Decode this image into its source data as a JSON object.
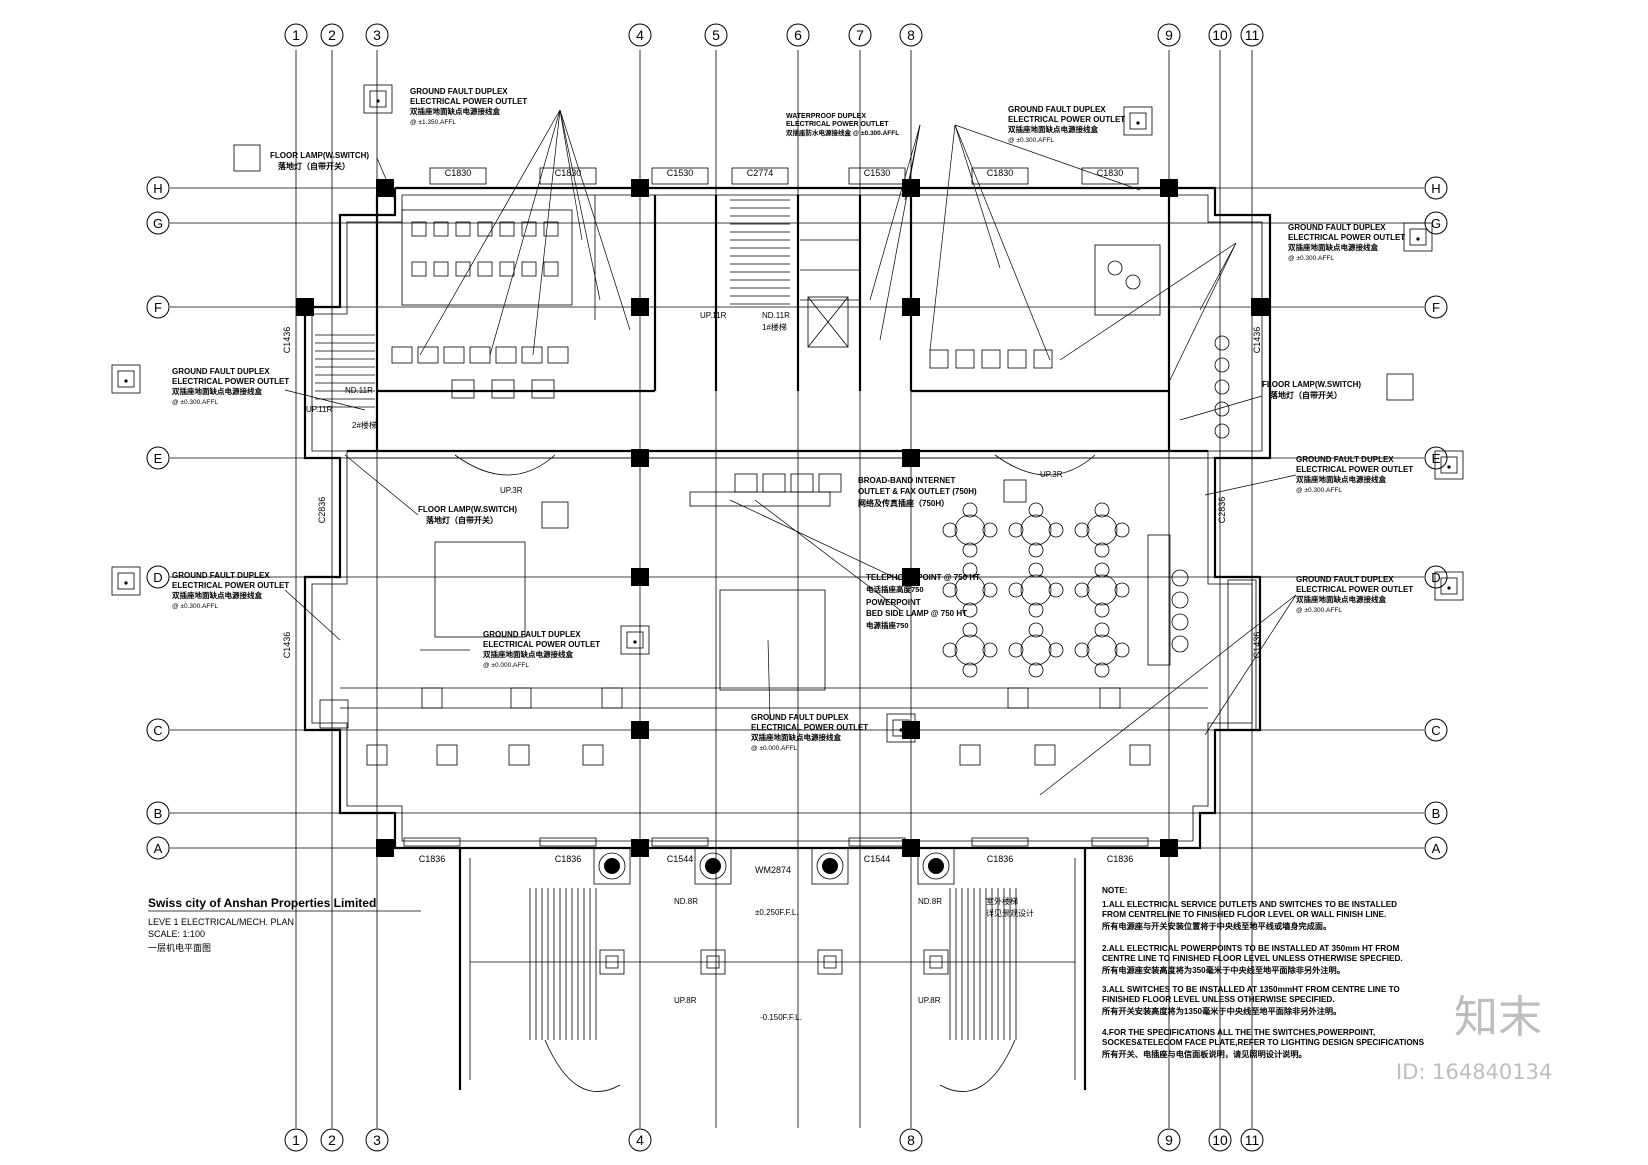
{
  "grid": {
    "columns": [
      "1",
      "2",
      "3",
      "4",
      "5",
      "6",
      "7",
      "8",
      "9",
      "10",
      "11"
    ],
    "rows": [
      "H",
      "G",
      "F",
      "E",
      "D",
      "C",
      "B",
      "A"
    ]
  },
  "window_tags": {
    "top": [
      "C1830",
      "C1830",
      "C1530",
      "C2774",
      "C1530",
      "C1830",
      "C1830"
    ],
    "bottom": [
      "C1836",
      "C1836",
      "C1544",
      "C1544",
      "C1836",
      "C1836"
    ],
    "entrance": "WM2874",
    "sides": [
      "C1436",
      "C2836",
      "C1436",
      "C1436",
      "C2836",
      "C1436"
    ]
  },
  "callouts": {
    "gfci_en1": "GROUND FAULT DUPLEX",
    "gfci_en2": "ELECTRICAL POWER OUTLET",
    "gfci_cn": "双插座地面缺点电源接线盒",
    "height_1350": "@ ±1.350.AFFL",
    "height_300": "@ ±0.300.AFFL",
    "height_000": "@ ±0.000.AFFL",
    "floor_lamp_en": "FLOOR LAMP(W.SWITCH)",
    "floor_lamp_cn": "落地灯（自带开关）",
    "waterproof_en1": "WATERPROOF DUPLEX",
    "waterproof_en2": "ELECTRICAL POWER OUTLET",
    "waterproof_cn": "双插座防水电源接线盒 @ ±0.300.AFFL",
    "broadband_en1": "BROAD-BAND INTERNET",
    "broadband_en2": "OUTLET & FAX OUTLET (750H)",
    "broadband_cn": "网络及传真插座（750H）",
    "telephone_en": "TELEPHONE POINT @ 750 HT",
    "telephone_cn": "电话插座高度750",
    "powerpoint_en1": "POWERPOINT",
    "powerpoint_en2": "BED SIDE LAMP @ 750 HT",
    "powerpoint_cn": "电源插座750"
  },
  "stairs": {
    "up11_a": "UP.11R",
    "nd11_a": "ND.11R",
    "stair1": "1#楼梯",
    "up11_b": "UP.11R",
    "nd11_b": "ND.11R",
    "stair2": "2#楼梯",
    "up3_a": "UP.3R",
    "up3_b": "UP.3R",
    "nd8_a": "ND.8R",
    "up8_a": "UP.8R",
    "nd8_b": "ND.8R",
    "up8_b": "UP.8R",
    "level1": "±0.250F.F.L.",
    "level2": "-0.150F.F.L.",
    "outdoor": "室外楼梯",
    "outdoor2": "详见景观设计"
  },
  "title_block": {
    "company": "Swiss city of Anshan Properties Limited",
    "plan": "LEVE 1 ELECTRICAL/MECH. PLAN",
    "scale": "SCALE: 1:100",
    "plan_cn": "一层机电平面图"
  },
  "notes": {
    "heading": "NOTE:",
    "n1a": "1.ALL ELECTRICAL SERVICE OUTLETS AND SWITCHES TO BE INSTALLED",
    "n1b": "FROM CENTRELINE TO FINISHED FLOOR LEVEL OR WALL FINISH LINE.",
    "n1c": "所有电源座与开关安装位置将于中央线至地平线或墙身完成面。",
    "n2a": "2.ALL ELECTRICAL POWERPOINTS TO BE INSTALLED AT 350mm HT FROM",
    "n2b": "CENTRE LINE TO FINISHED FLOOR LEVEL UNLESS OTHERWISE SPECFIED.",
    "n2c": "所有电源座安装高度将为350毫米于中央线至地平面除非另外注明。",
    "n3a": "3.ALL SWITCHES TO BE INSTALLED AT 1350mmHT FROM CENTRE LINE TO",
    "n3b": "FINISHED FLOOR LEVEL UNLESS OTHERWISE SPECIFIED.",
    "n3c": "所有开关安装高度将为1350毫米于中央线至地平面除非另外注明。",
    "n4a": "4.FOR THE SPECIFICATIONS ALL THE THE SWITCHES,POWERPOINT,",
    "n4b": "SOCKES&TELECOM FACE PLATE,REFER TO LIGHTING DESIGN SPECIFICATIONS",
    "n4c": "所有开关、电插座与电信面板说明，请见照明设计说明。"
  },
  "watermark": {
    "logo": "知末",
    "id": "ID: 164840134"
  }
}
